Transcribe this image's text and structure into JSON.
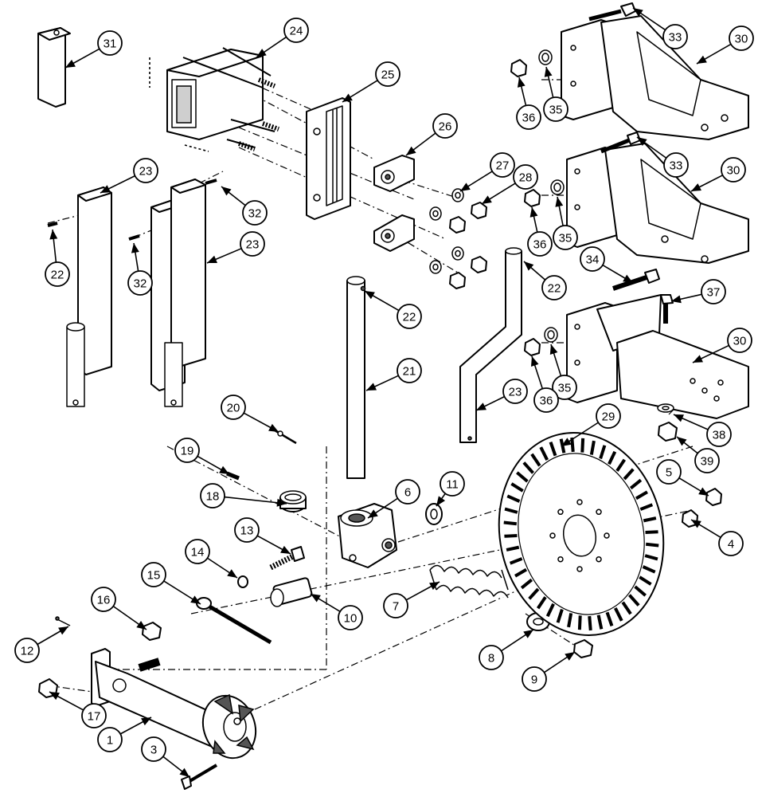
{
  "callouts": [
    "1",
    "3",
    "4",
    "5",
    "6",
    "7",
    "8",
    "9",
    "10",
    "11",
    "12",
    "13",
    "14",
    "15",
    "16",
    "17",
    "18",
    "19",
    "20",
    "21",
    "22",
    "22",
    "22",
    "23",
    "23",
    "23",
    "24",
    "25",
    "26",
    "27",
    "28",
    "29",
    "30",
    "30",
    "30",
    "31",
    "32",
    "32",
    "33",
    "33",
    "34",
    "35",
    "35",
    "35",
    "36",
    "36",
    "36",
    "37",
    "38",
    "39"
  ]
}
